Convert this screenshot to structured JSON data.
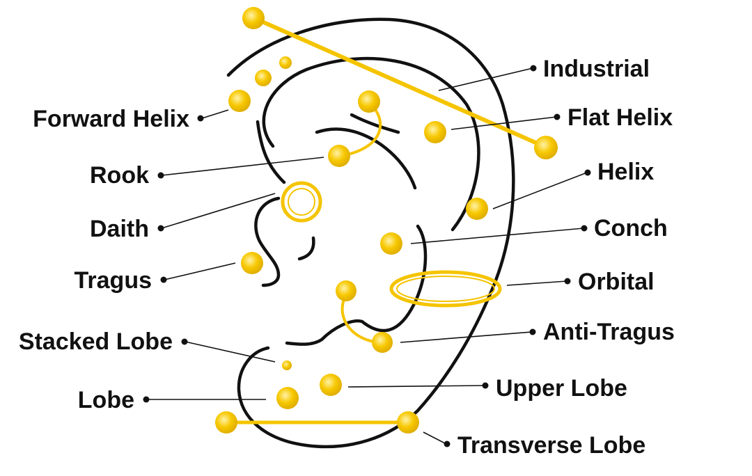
{
  "colors": {
    "ink": "#111111",
    "jewel": "#F5C400",
    "jewel_dark": "#E2B300",
    "jewel_highlight": "#FFF6C8",
    "background": "#FFFFFF"
  },
  "labels": {
    "forward_helix": "Forward Helix",
    "rook": "Rook",
    "daith": "Daith",
    "tragus": "Tragus",
    "stacked_lobe": "Stacked Lobe",
    "lobe": "Lobe",
    "industrial": "Industrial",
    "flat_helix": "Flat Helix",
    "helix": "Helix",
    "conch": "Conch",
    "orbital": "Orbital",
    "anti_tragus": "Anti-Tragus",
    "upper_lobe": "Upper Lobe",
    "transverse_lobe": "Transverse Lobe"
  }
}
